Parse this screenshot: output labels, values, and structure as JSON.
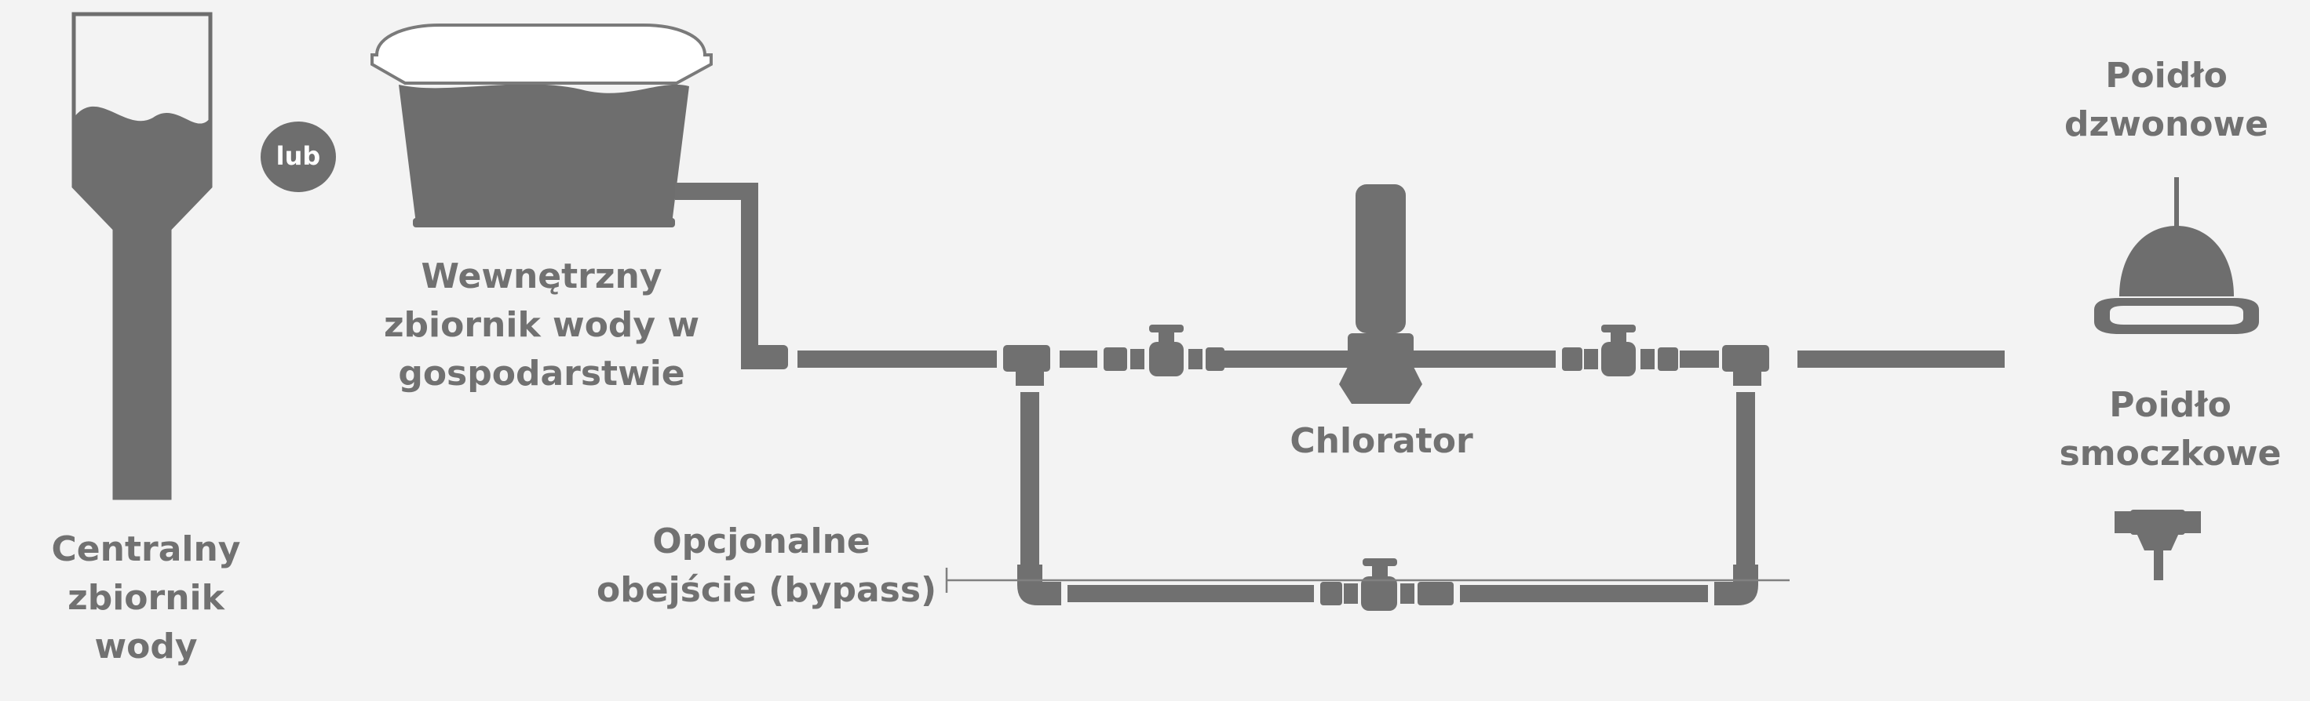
{
  "labels": {
    "central_tank": [
      "Centralny",
      "zbiornik",
      "wody"
    ],
    "or": "lub",
    "farm_tank": [
      "Wewnętrzny",
      "zbiornik wody w",
      "gospodarstwie"
    ],
    "chlorinator": "Chlorator",
    "bypass": [
      "Opcjonalne",
      "obejście (bypass)"
    ],
    "bell_drinker": [
      "Poidło",
      "dzwonowe"
    ],
    "nipple_drinker": [
      "Poidło",
      "smoczkowe"
    ]
  },
  "colors": {
    "background": "#f3f3f3",
    "pipe": "#707070",
    "fill_dark": "#6e6e6e",
    "label": "#717171",
    "outline": "#808080",
    "lid": "#ffffff"
  }
}
